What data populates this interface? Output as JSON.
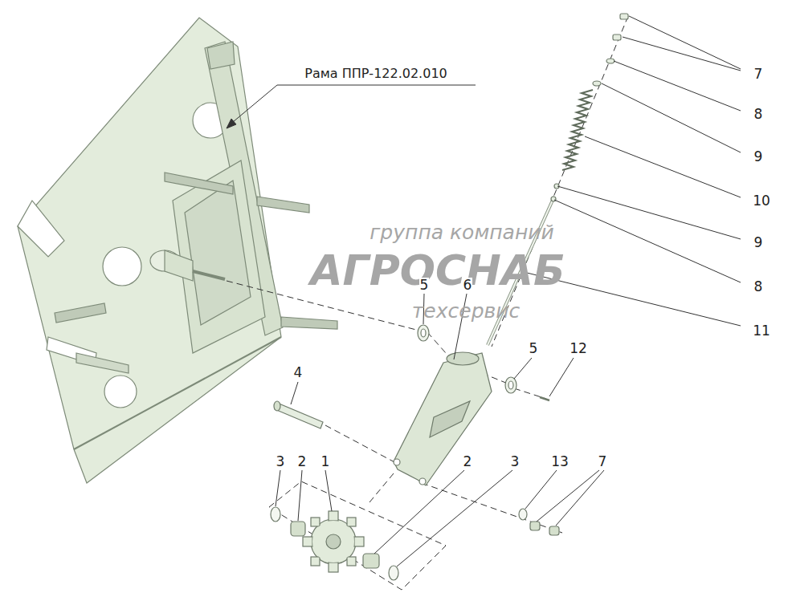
{
  "diagram": {
    "labels": [
      "Рама ППР-122.02.010",
      "7",
      "8",
      "9",
      "10",
      "9",
      "8",
      "11",
      "группа компаний",
      "АГРОСНАБ",
      "техсервис",
      "5",
      "6",
      "5",
      "12",
      "4",
      "3",
      "2",
      "1",
      "2",
      "3",
      "13",
      "7"
    ]
  }
}
